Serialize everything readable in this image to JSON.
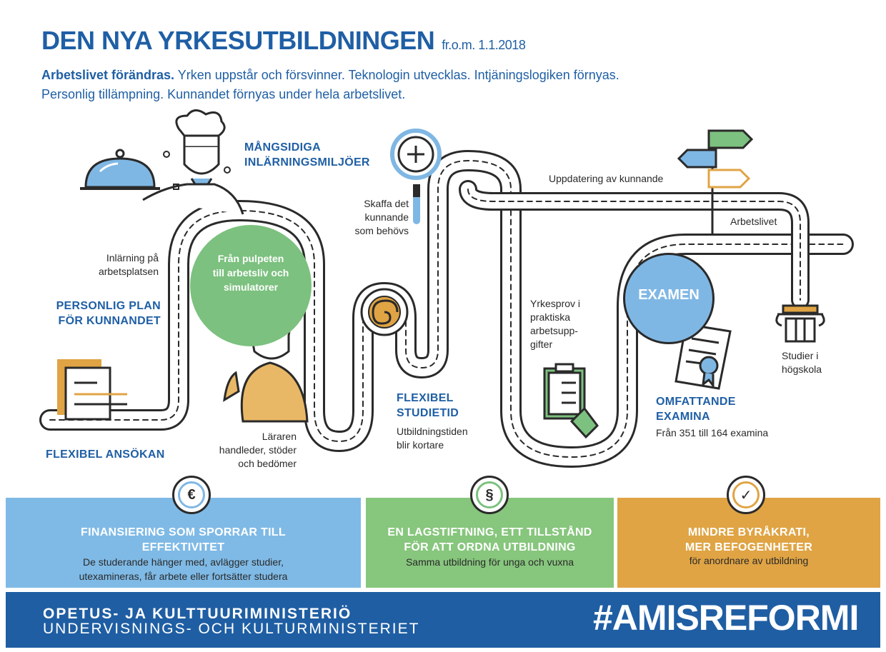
{
  "header": {
    "title": "DEN NYA YRKESUTBILDNINGEN",
    "date": "fr.o.m. 1.1.2018",
    "intro_bold": "Arbetslivet förändras.",
    "intro_line1": " Yrken uppstår och försvinner. Teknologin utvecklas. Intjäningslogiken förnyas.",
    "intro_line2": "Personlig tillämpning. Kunnandet förnyas under hela arbetslivet."
  },
  "path": {
    "mangsidiga_line1": "MÅNGSIDIGA",
    "mangsidiga_line2": "INLÄRNINGSMILJÖER",
    "inlarning_line1": "Inlärning på",
    "inlarning_line2": "arbetsplatsen",
    "personlig_line1": "PERSONLIG PLAN",
    "personlig_line2": "FÖR KUNNANDET",
    "flexibel_ansokan": "FLEXIBEL ANSÖKAN",
    "green_line1": "Från pulpeten",
    "green_line2": "till arbetsliv och",
    "green_line3": "simulatorer",
    "lararen_line1": "Läraren",
    "lararen_line2": "handleder, stöder",
    "lararen_line3": "och bedömer",
    "skaffa_line1": "Skaffa det",
    "skaffa_line2": "kunnande",
    "skaffa_line3": "som behövs",
    "flex_studietid_line1": "FLEXIBEL",
    "flex_studietid_line2": "STUDIETID",
    "utbildningstid_line1": "Utbildningstiden",
    "utbildningstid_line2": "blir kortare",
    "uppdatering": "Uppdatering av kunnande",
    "arbetslivet": "Arbetslivet",
    "yrkesprov_line1": "Yrkesprov i",
    "yrkesprov_line2": "praktiska",
    "yrkesprov_line3": "arbetsupp-",
    "yrkesprov_line4": "gifter",
    "examen": "EXAMEN",
    "omfattande_line1": "OMFATTANDE",
    "omfattande_line2": "EXAMINA",
    "examina_count": "Från 351 till 164 examina",
    "hogskola_line1": "Studier i",
    "hogskola_line2": "högskola"
  },
  "boxes": [
    {
      "icon": "euro-icon",
      "symbol": "€",
      "title_line1": "FINANSIERING SOM SPORRAR TILL",
      "title_line2": "EFFEKTIVITET",
      "sub_line1": "De studerande hänger med, avlägger studier,",
      "sub_line2": "utexamineras, får arbete eller fortsätter studera",
      "color": "#7fbae6"
    },
    {
      "icon": "paragraph-icon",
      "symbol": "§",
      "title_line1": "EN LAGSTIFTNING, ETT TILLSTÅND",
      "title_line2": "FÖR ATT ORDNA UTBILDNING",
      "sub_line1": "Samma utbildning för unga och vuxna",
      "color": "#87c67d"
    },
    {
      "icon": "checkmark-icon",
      "symbol": "✓",
      "title_line1": "MINDRE BYRÅKRATI,",
      "title_line2": "MER BEFOGENHETER",
      "sub_line1": "för anordnare av utbildning",
      "color": "#e0a444"
    }
  ],
  "footer": {
    "ministry_fi": "OPETUS- JA KULTTUURIMINISTERIÖ",
    "ministry_sv": "UNDERVISNINGS- OCH KULTURMINISTERIET",
    "hashtag": "#AMISREFORMI"
  },
  "colors": {
    "brand_blue": "#1f5fa5",
    "green": "#7cc17f",
    "light_blue": "#7fb7e4",
    "orange": "#e0a444"
  }
}
